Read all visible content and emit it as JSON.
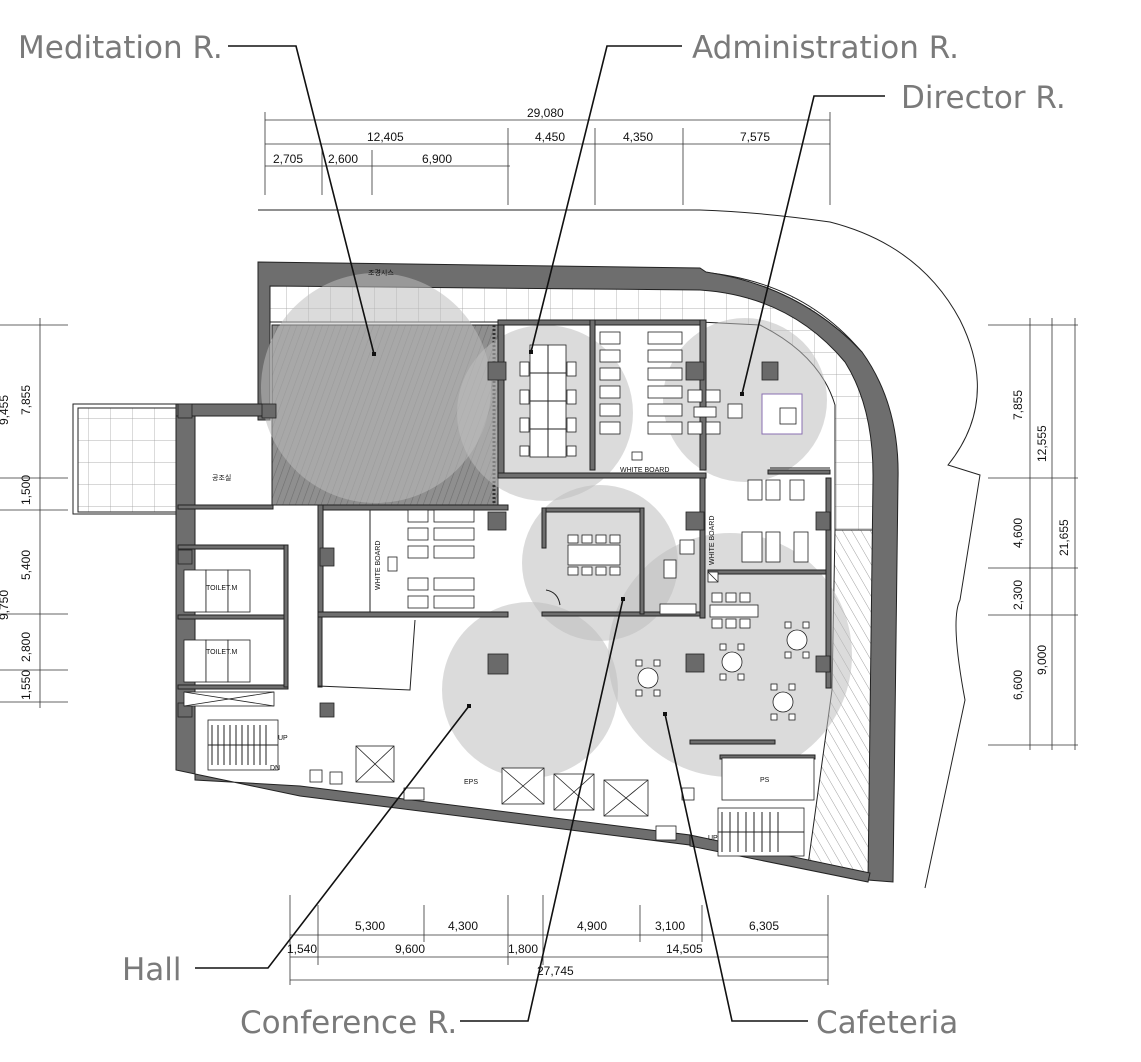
{
  "callouts": {
    "meditation": "Meditation R.",
    "administration": "Administration R.",
    "director": "Director R.",
    "hall": "Hall",
    "conference": "Conference R.",
    "cafeteria": "Cafeteria"
  },
  "dims_top": {
    "total": "29,080",
    "a": "12,405",
    "b": "4,450",
    "c": "4,350",
    "d": "7,575",
    "e": "2,705",
    "f": "2,600",
    "g": "6,900"
  },
  "dims_bottom": {
    "a": "5,300",
    "b": "4,300",
    "c": "4,900",
    "d": "3,100",
    "e": "6,305",
    "f": "1,540",
    "g": "9,600",
    "h": "1,800",
    "i": "14,505",
    "total": "27,745"
  },
  "dims_left": {
    "a": "7,855",
    "b": "1,500",
    "c": "5,400",
    "d": "2,800",
    "e": "1,550",
    "cut1": "9,455",
    "cut2": "9,750"
  },
  "dims_right": {
    "a": "7,855",
    "b": "12,555",
    "c": "4,600",
    "d": "21,655",
    "e": "2,300",
    "f": "6,600",
    "g": "9,000"
  },
  "room_labels": {
    "white_board_1": "WHITE BOARD",
    "white_board_2": "WHITE BOARD",
    "white_board_3": "WHITE BOARD",
    "toilet_m": "TOILET.M",
    "toilet_w": "TOILET.M",
    "eps": "EPS",
    "ps": "PS",
    "up1": "UP",
    "up2": "UP",
    "dn": "DN",
    "korean_top": "조경시스",
    "korean_room": "공조실"
  }
}
